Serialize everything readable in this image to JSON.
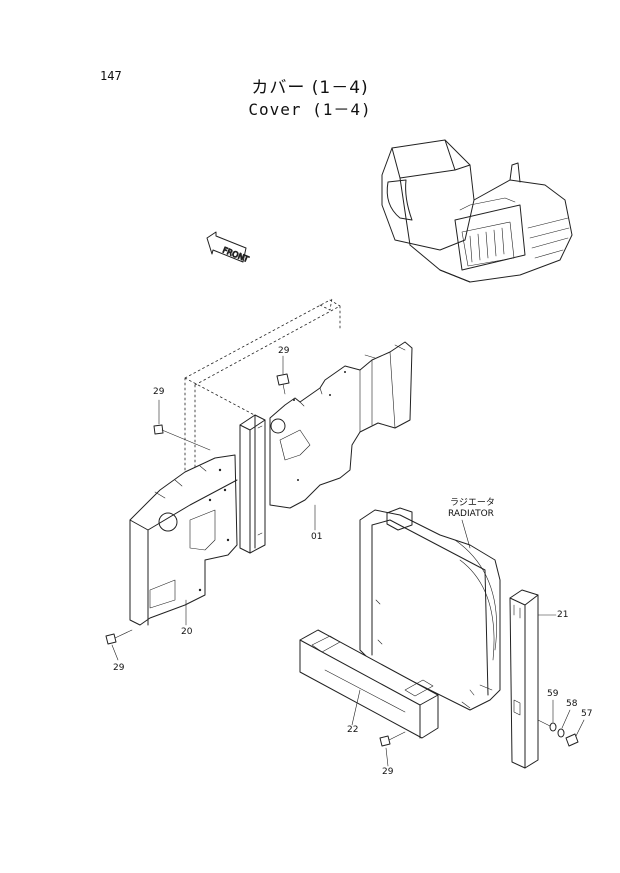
{
  "page": {
    "number": "147",
    "title_jp": "カバー (1－4)",
    "title_en": "Cover (1－4)"
  },
  "labels": {
    "radiator_jp": "ラジエータ",
    "radiator_en": "RADIATOR",
    "front": "FRONT"
  },
  "callouts": [
    "29",
    "29",
    "01",
    "20",
    "29",
    "29",
    "22",
    "21",
    "59",
    "58",
    "57"
  ]
}
